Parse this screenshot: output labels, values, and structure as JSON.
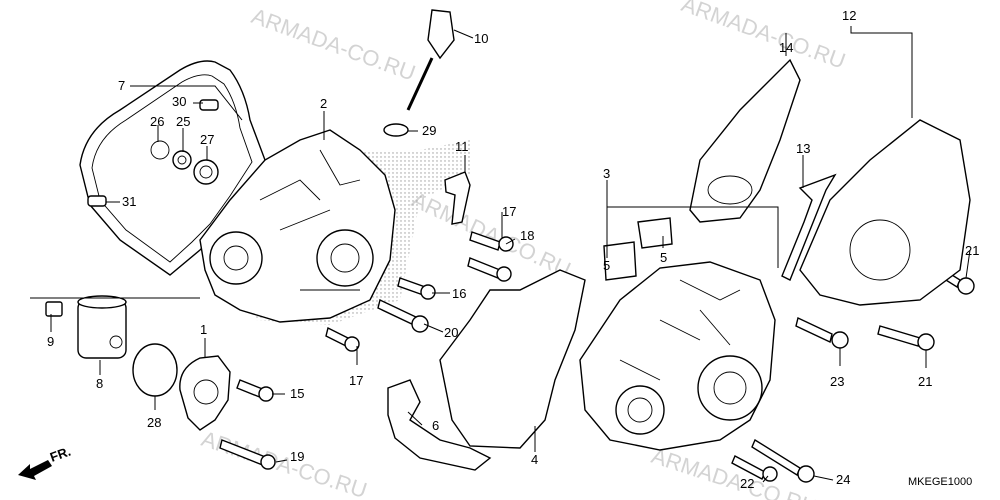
{
  "diagram": {
    "callouts": [
      "1",
      "2",
      "3",
      "4",
      "5",
      "5",
      "6",
      "7",
      "8",
      "9",
      "10",
      "11",
      "12",
      "13",
      "14",
      "15",
      "16",
      "17",
      "17",
      "18",
      "19",
      "20",
      "21",
      "21",
      "22",
      "23",
      "24",
      "25",
      "26",
      "27",
      "28",
      "29",
      "30",
      "31"
    ],
    "watermark": "ARMADA-CO.RU",
    "code": "MKEGE1000",
    "front_label": "FR."
  }
}
